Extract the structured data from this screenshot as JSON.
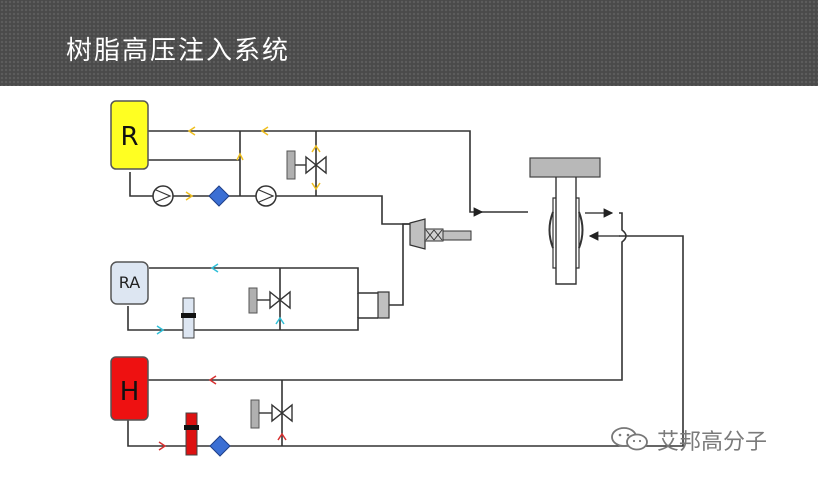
{
  "title": "树脂高压注入系统",
  "tanks": {
    "r": "R",
    "ra": "RA",
    "h": "H"
  },
  "watermark": "艾邦高分子",
  "colors": {
    "header_bg": "#4a4a4a",
    "tank_r": "#ffff22",
    "tank_ra": "#dde6f2",
    "tank_h": "#ee1111",
    "arrow_r": "#f0c020",
    "arrow_ra": "#30c0d8",
    "arrow_h": "#d83030",
    "valve_diamond": "#3b6fd4",
    "line": "#333333"
  }
}
